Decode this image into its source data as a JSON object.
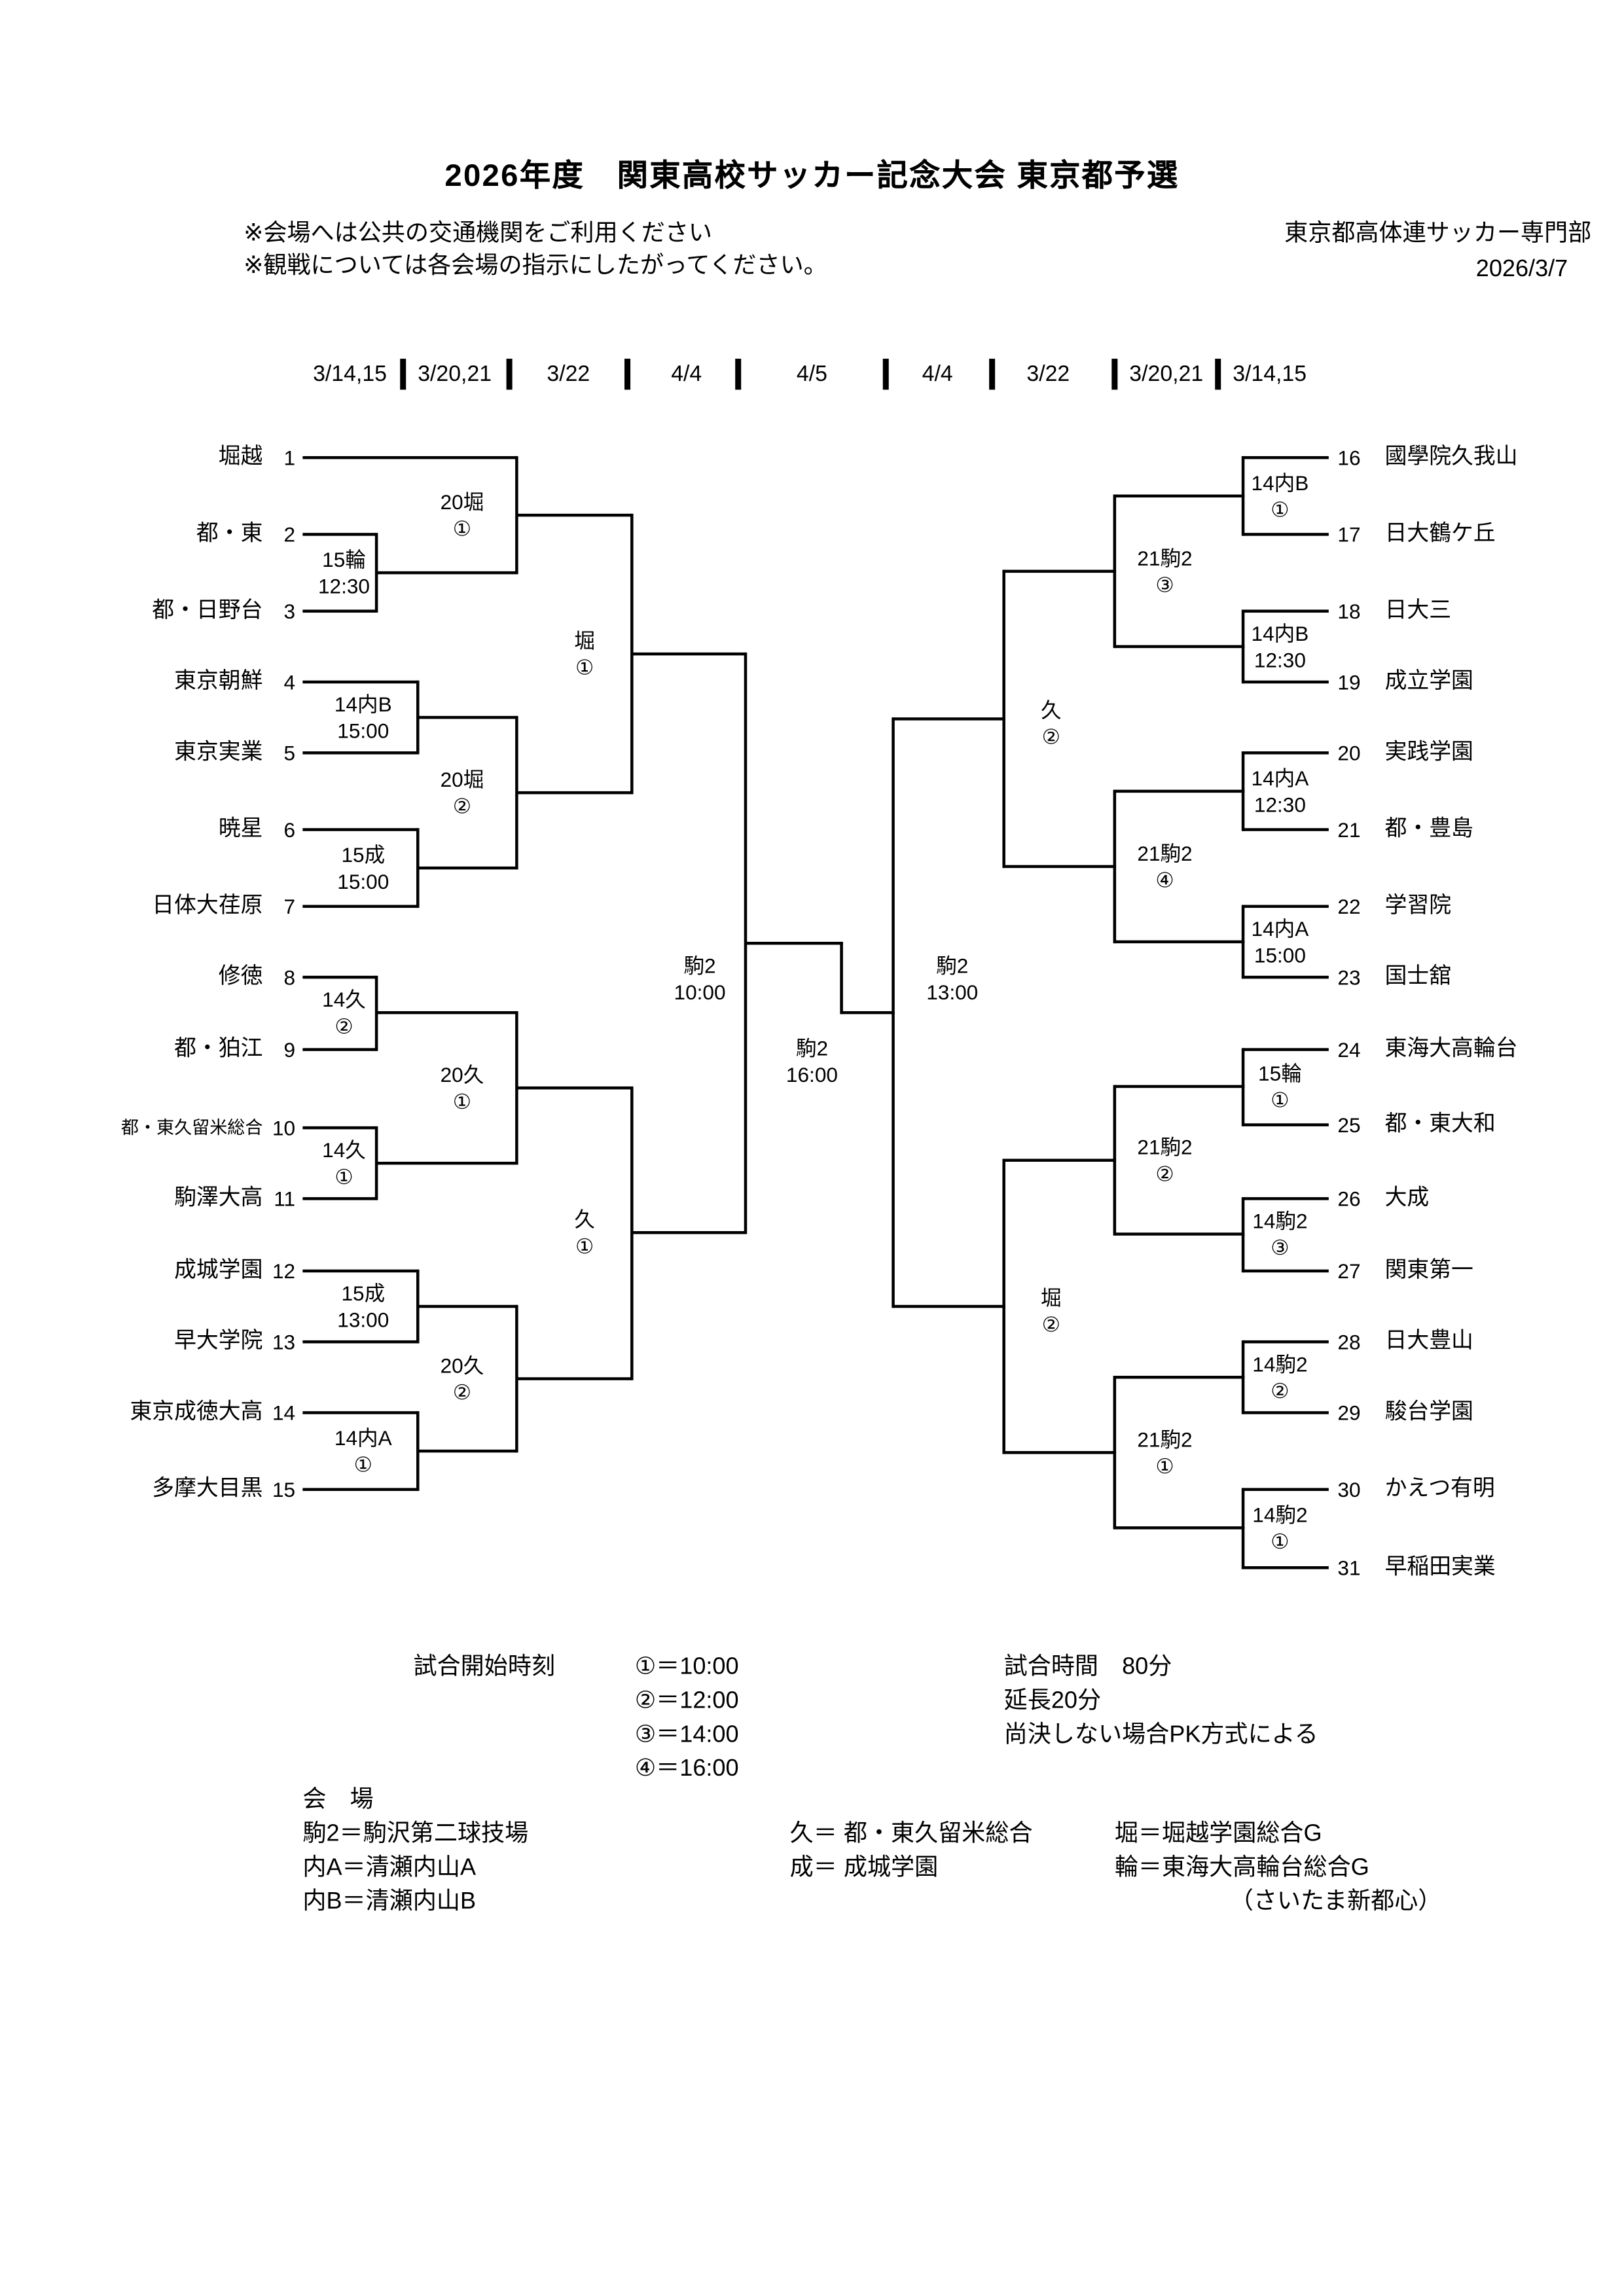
{
  "header": {
    "title": "2026年度　関東高校サッカー記念大会 東京都予選",
    "note1": "※会場へは公共の交通機関をご利用ください",
    "note2": "※観戦については各会場の指示にしたがってください。",
    "organization": "東京都高体連サッカー専門部",
    "issued_date": "2026/3/7"
  },
  "round_dates": [
    "3/14,15",
    "3/20,21",
    "3/22",
    "4/4",
    "4/5",
    "4/4",
    "3/22",
    "3/20,21",
    "3/14,15"
  ],
  "teams_left": [
    {
      "no": "1",
      "name": "堀越"
    },
    {
      "no": "2",
      "name": "都・東"
    },
    {
      "no": "3",
      "name": "都・日野台"
    },
    {
      "no": "4",
      "name": "東京朝鮮"
    },
    {
      "no": "5",
      "name": "東京実業"
    },
    {
      "no": "6",
      "name": "暁星"
    },
    {
      "no": "7",
      "name": "日体大荏原"
    },
    {
      "no": "8",
      "name": "修徳"
    },
    {
      "no": "9",
      "name": "都・狛江"
    },
    {
      "no": "10",
      "name": "都・東久留米総合"
    },
    {
      "no": "11",
      "name": "駒澤大高"
    },
    {
      "no": "12",
      "name": "成城学園"
    },
    {
      "no": "13",
      "name": "早大学院"
    },
    {
      "no": "14",
      "name": "東京成徳大高"
    },
    {
      "no": "15",
      "name": "多摩大目黒"
    }
  ],
  "teams_right": [
    {
      "no": "16",
      "name": "國學院久我山"
    },
    {
      "no": "17",
      "name": "日大鶴ケ丘"
    },
    {
      "no": "18",
      "name": "日大三"
    },
    {
      "no": "19",
      "name": "成立学園"
    },
    {
      "no": "20",
      "name": "実践学園"
    },
    {
      "no": "21",
      "name": "都・豊島"
    },
    {
      "no": "22",
      "name": "学習院"
    },
    {
      "no": "23",
      "name": "国士舘"
    },
    {
      "no": "24",
      "name": "東海大高輪台"
    },
    {
      "no": "25",
      "name": "都・東大和"
    },
    {
      "no": "26",
      "name": "大成"
    },
    {
      "no": "27",
      "name": "関東第一"
    },
    {
      "no": "28",
      "name": "日大豊山"
    },
    {
      "no": "29",
      "name": "駿台学園"
    },
    {
      "no": "30",
      "name": "かえつ有明"
    },
    {
      "no": "31",
      "name": "早稲田実業"
    }
  ],
  "matches": {
    "left": {
      "r1_23": {
        "top": "15輪",
        "bottom": "12:30"
      },
      "r1_45": {
        "top": "14内B",
        "bottom": "15:00"
      },
      "r1_67": {
        "top": "15成",
        "bottom": "15:00"
      },
      "r1_89": {
        "top": "14久",
        "bottom": "②"
      },
      "r1_1011": {
        "top": "14久",
        "bottom": "①"
      },
      "r1_1213": {
        "top": "15成",
        "bottom": "13:00"
      },
      "r1_1415": {
        "top": "14内A",
        "bottom": "①"
      },
      "r2_1": {
        "top": "20堀",
        "bottom": "①"
      },
      "r2_2": {
        "top": "20堀",
        "bottom": "②"
      },
      "r2_3": {
        "top": "20久",
        "bottom": "①"
      },
      "r2_4": {
        "top": "20久",
        "bottom": "②"
      },
      "qf_1": {
        "top": "堀",
        "bottom": "①"
      },
      "qf_2": {
        "top": "久",
        "bottom": "①"
      },
      "sf": {
        "top": "駒2",
        "bottom": "10:00"
      }
    },
    "final": {
      "top": "駒2",
      "bottom": "16:00"
    },
    "right": {
      "r1_1617": {
        "top": "14内B",
        "bottom": "①"
      },
      "r1_1819": {
        "top": "14内B",
        "bottom": "12:30"
      },
      "r1_2021": {
        "top": "14内A",
        "bottom": "12:30"
      },
      "r1_2223": {
        "top": "14内A",
        "bottom": "15:00"
      },
      "r1_2425": {
        "top": "15輪",
        "bottom": "①"
      },
      "r1_2627": {
        "top": "14駒2",
        "bottom": "③"
      },
      "r1_2829": {
        "top": "14駒2",
        "bottom": "②"
      },
      "r1_3031": {
        "top": "14駒2",
        "bottom": "①"
      },
      "r2_1": {
        "top": "21駒2",
        "bottom": "③"
      },
      "r2_2": {
        "top": "21駒2",
        "bottom": "④"
      },
      "r2_3": {
        "top": "21駒2",
        "bottom": "②"
      },
      "r2_4": {
        "top": "21駒2",
        "bottom": "①"
      },
      "qf_1": {
        "top": "久",
        "bottom": "②"
      },
      "qf_2": {
        "top": "堀",
        "bottom": "②"
      },
      "sf": {
        "top": "駒2",
        "bottom": "13:00"
      }
    }
  },
  "legend": {
    "kickoff_title": "試合開始時刻",
    "kickoff_times": [
      "①＝10:00",
      "②＝12:00",
      "③＝14:00",
      "④＝16:00"
    ],
    "duration": [
      "試合時間　80分",
      "延長20分",
      "尚決しない場合PK方式による"
    ],
    "venues_title": "会　場",
    "venues_col1": [
      "駒2＝駒沢第二球技場",
      "内A＝清瀬内山A",
      "内B＝清瀬内山B"
    ],
    "venues_col2": [
      "久＝ 都・東久留米総合",
      "成＝ 成城学園"
    ],
    "venues_col3": [
      "堀＝堀越学園総合G",
      "輪＝東海大高輪台総合G"
    ],
    "venues_col3_note": "（さいたま新都心）"
  }
}
